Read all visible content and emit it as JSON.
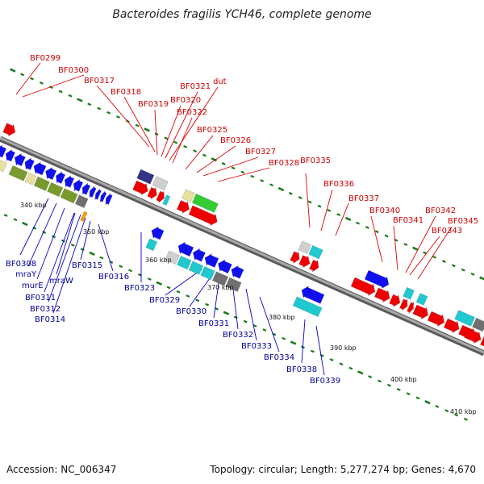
{
  "title": "Bacteroides fragilis YCH46, complete genome",
  "accession": "Accession: NC_006347",
  "topology": "Topology: circular; Length: 5,277,274 bp; Genes: 4,670",
  "colors": {
    "forward_label": "#cc0000",
    "reverse_label": "#000099",
    "backbone": "#8a8a8a",
    "tick": "#1a7a1a",
    "red_gene": "#ee0000",
    "blue_gene": "#1010ee",
    "cyan_gene": "#20c8d0",
    "green_gene": "#33cc33",
    "olive_gene": "#7a9a30",
    "khaki_gene": "#e8e0a0",
    "grey_gene": "#707070",
    "lightgrey_gene": "#cfcfcf",
    "navy_gene": "#333388",
    "orange_gene": "#ff9900"
  },
  "tick_labels": [
    "340 kbp",
    "350 kbp",
    "360 kbp",
    "370 kbp",
    "380 kbp",
    "390 kbp",
    "400 kbp",
    "410 kbp"
  ],
  "forward_gene_labels": [
    "BF0299",
    "BF0300",
    "BF0317",
    "BF0318",
    "BF0319",
    "BF0320",
    "BF0321",
    "dut",
    "BF0322",
    "BF0325",
    "BF0326",
    "BF0327",
    "BF0328",
    "BF0335",
    "BF0336",
    "BF0337",
    "BF0340",
    "BF0341",
    "BF0342",
    "BF0343",
    "BF0345"
  ],
  "reverse_gene_labels": [
    "BF0308",
    "mraY",
    "murE",
    "mraW",
    "BF0311",
    "BF0312",
    "BF0314",
    "BF0315",
    "BF0316",
    "BF0323",
    "BF0329",
    "BF0330",
    "BF0331",
    "BF0332",
    "BF0333",
    "BF0334",
    "BF0338",
    "BF0339"
  ]
}
